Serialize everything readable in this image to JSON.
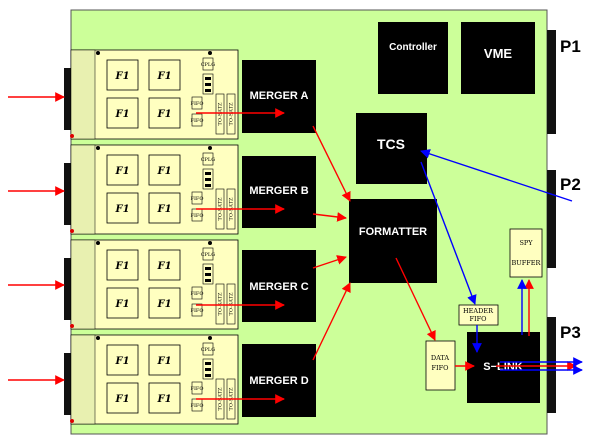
{
  "board": {
    "chips": {
      "controller": "Controller",
      "vme": "VME",
      "tcs": "TCS",
      "formatter": "FORMATTER",
      "slink": "S−LINK"
    },
    "mergers": [
      "MERGER A",
      "MERGER B",
      "MERGER C",
      "MERGER D"
    ],
    "fifos": {
      "data": [
        "DATA",
        "FIFO"
      ],
      "header": [
        "HEADER",
        "FIFO"
      ],
      "spy": [
        "SPY",
        "BUFFER"
      ]
    },
    "ports": [
      "P1",
      "P2",
      "P3"
    ],
    "mezzanine": {
      "fpga_label": "F1",
      "cplg_label": "CPLG",
      "fifo_label": "FIFO",
      "side_label": "TO-SATZ"
    }
  },
  "colors": {
    "board": "#ccff99",
    "mezzanine": "#ffffc0",
    "chip": "#000000",
    "arrow_red": "#ff0000",
    "arrow_blue": "#0000ff"
  }
}
